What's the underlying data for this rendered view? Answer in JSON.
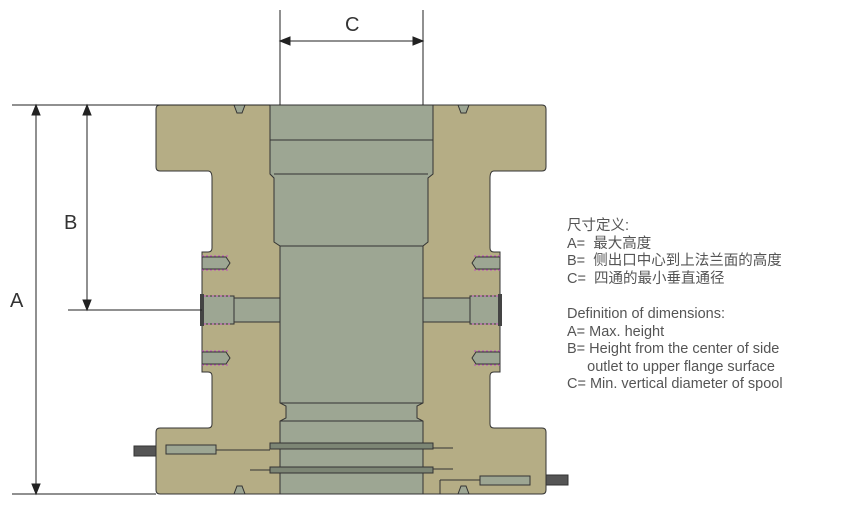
{
  "dimension_labels": {
    "a": "A",
    "b": "B",
    "c": "C"
  },
  "legend_cn": {
    "title": "尺寸定义:",
    "a": "A=  最大高度",
    "b": "B=  侧出口中心到上法兰面的高度",
    "c": "C=  四通的最小垂直通径"
  },
  "legend_en": {
    "title": "Definition of dimensions:",
    "a": "A= Max. height",
    "b": "B= Height from the center of side",
    "b2": "     outlet to upper flange surface",
    "c": "C= Min. vertical diameter of spool"
  },
  "colors": {
    "body": "#b5ad85",
    "bore": "#9da693",
    "line": "#333333"
  }
}
